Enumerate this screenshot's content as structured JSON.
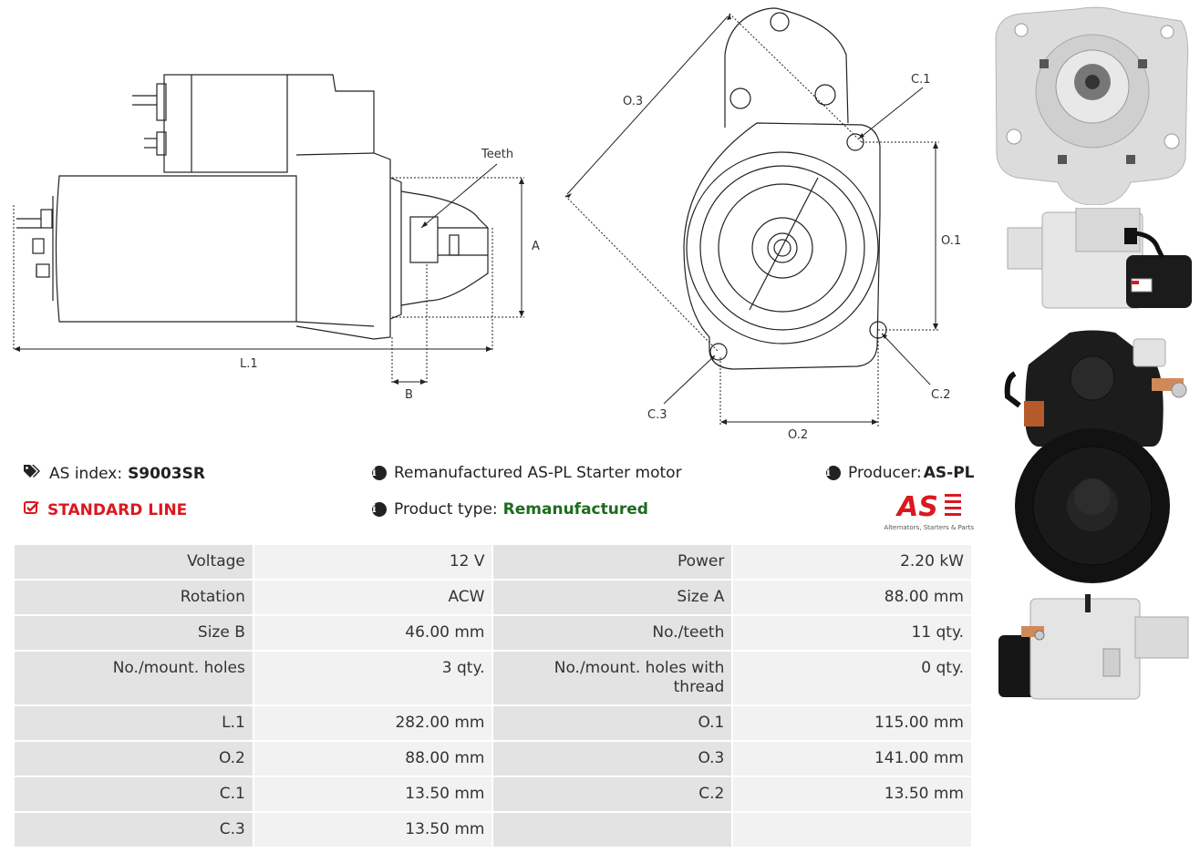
{
  "drawing": {
    "teeth_label": "Teeth",
    "dim_a": "A",
    "dim_b": "B",
    "dim_l1": "L.1",
    "dim_o1": "O.1",
    "dim_o2": "O.2",
    "dim_o3": "O.3",
    "dim_c1": "C.1",
    "dim_c2": "C.2",
    "dim_c3": "C.3"
  },
  "info": {
    "as_index_label": "AS index:",
    "as_index_value": "S9003SR",
    "description": "Remanufactured AS-PL Starter motor",
    "producer_label": "Producer:",
    "producer_value": "AS-PL",
    "line_label": "STANDARD LINE",
    "product_type_label": "Product type:",
    "product_type_value": "Remanufactured",
    "logo_text": "AS",
    "logo_tagline": "Alternators, Starters & Parts"
  },
  "colors": {
    "standard_line": "#d9191f",
    "product_type": "#1e6b1e",
    "label_cell": "#e3e3e3",
    "value_cell": "#f2f2f2"
  },
  "specs": [
    {
      "l1": "Voltage",
      "v1": "12 V",
      "l2": "Power",
      "v2": "2.20 kW"
    },
    {
      "l1": "Rotation",
      "v1": "ACW",
      "l2": "Size A",
      "v2": "88.00 mm"
    },
    {
      "l1": "Size B",
      "v1": "46.00 mm",
      "l2": "No./teeth",
      "v2": "11 qty."
    },
    {
      "l1": "No./mount. holes",
      "v1": "3 qty.",
      "l2": "No./mount. holes with thread",
      "v2": "0 qty."
    },
    {
      "l1": "L.1",
      "v1": "282.00 mm",
      "l2": "O.1",
      "v2": "115.00 mm"
    },
    {
      "l1": "O.2",
      "v1": "88.00 mm",
      "l2": "O.3",
      "v2": "141.00 mm"
    },
    {
      "l1": "C.1",
      "v1": "13.50 mm",
      "l2": "C.2",
      "v2": "13.50 mm"
    },
    {
      "l1": "C.3",
      "v1": "13.50 mm",
      "l2": "",
      "v2": ""
    }
  ]
}
